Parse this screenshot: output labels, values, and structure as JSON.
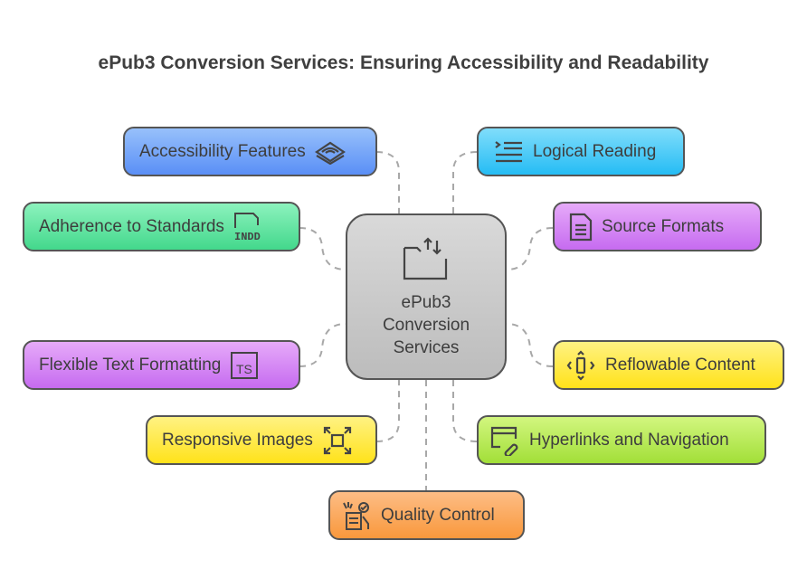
{
  "title": "ePub3 Conversion Services: Ensuring Accessibility and Readability",
  "center": {
    "line1": "ePub3",
    "line2": "Conversion",
    "line3": "Services",
    "icon": "folder-sync-icon"
  },
  "nodes": {
    "accessibility": {
      "label": "Accessibility Features",
      "icon": "layers-eye-icon",
      "color": "#5a8ff6"
    },
    "logical": {
      "label": "Logical Reading",
      "icon": "indent-lines-icon",
      "color": "#25bcf4"
    },
    "adherence": {
      "label": "Adherence to Standards",
      "icon": "indd-file-icon",
      "icon_text": "INDD",
      "color": "#43d88c"
    },
    "source": {
      "label": "Source Formats",
      "icon": "document-icon",
      "color": "#c66bf0"
    },
    "flexible": {
      "label": "Flexible Text Formatting",
      "icon": "ts-file-icon",
      "icon_text": "TS",
      "color": "#c66bf0"
    },
    "reflowable": {
      "label": "Reflowable Content",
      "icon": "resize-handle-icon",
      "color": "#ffe21a"
    },
    "responsive": {
      "label": "Responsive Images",
      "icon": "expand-icon",
      "color": "#ffe21a"
    },
    "hyperlinks": {
      "label": "Hyperlinks and Navigation",
      "icon": "browser-link-icon",
      "color": "#a2df38"
    },
    "quality": {
      "label": "Quality Control",
      "icon": "checklist-icon",
      "color": "#f9983c"
    }
  }
}
